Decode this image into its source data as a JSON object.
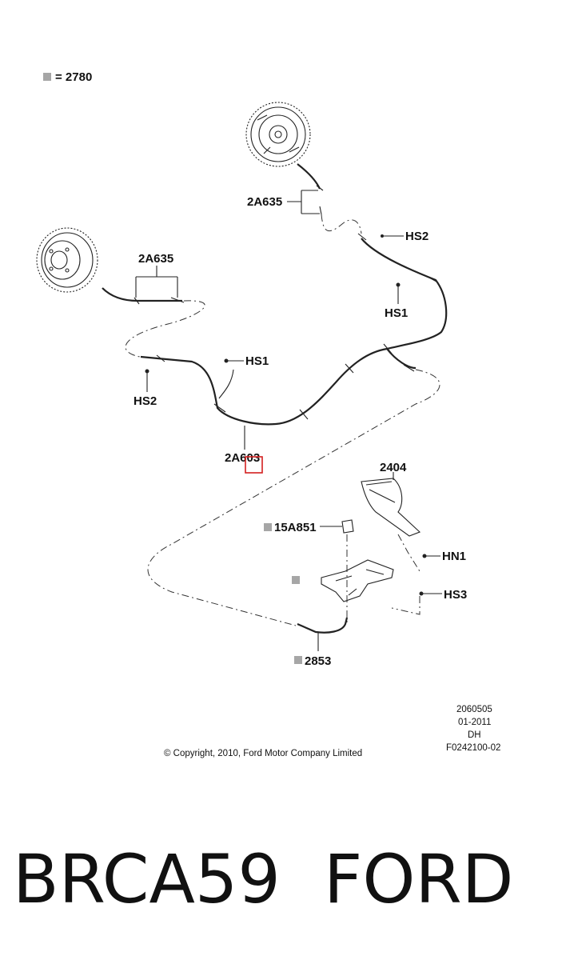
{
  "legend": {
    "swatch_color": "#a6a6a6",
    "text": "= 2780"
  },
  "labels": {
    "cable_front_right": "2A635",
    "cable_front_left": "2A635",
    "hs2_right": "HS2",
    "hs1_right": "HS1",
    "hs1_center": "HS1",
    "hs2_left": "HS2",
    "cable_main": "2A603",
    "cover": "2404",
    "bracket": "15A851",
    "hn1": "HN1",
    "hs3": "HS3",
    "cable_lower": "2853"
  },
  "info": {
    "line1": "2060505",
    "line2": "01-2011",
    "line3": "DH",
    "line4": "F0242100-02"
  },
  "copyright": "© Copyright, 2010, Ford Motor Company Limited",
  "caption": {
    "part": "BRCA59",
    "brand": "FORD"
  },
  "colors": {
    "marker": "#a6a6a6",
    "highlight_box": "#d42020"
  }
}
